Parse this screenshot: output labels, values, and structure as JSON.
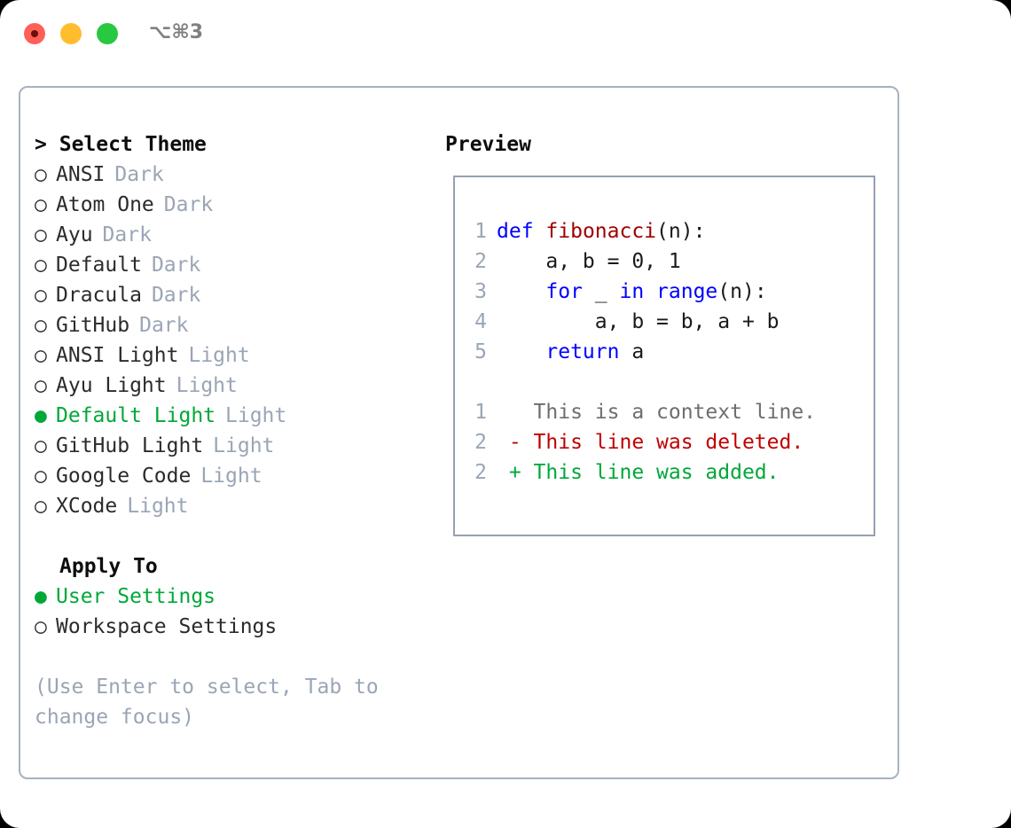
{
  "window": {
    "shortcut": "⌥⌘3",
    "traffic_lights": [
      {
        "name": "close",
        "color": "#ff5f57"
      },
      {
        "name": "minimize",
        "color": "#ffbd2e"
      },
      {
        "name": "maximize",
        "color": "#28c840"
      }
    ]
  },
  "colors": {
    "accent_green": "#00a838",
    "muted": "#9aa5b5",
    "text": "#2b2b2b",
    "keyword_blue": "#0000ff",
    "function_red": "#a00000",
    "diff_deleted": "#c00000",
    "diff_added": "#00a838",
    "border": "#a6b2c0",
    "preview_border": "#94a1b2"
  },
  "theme_list": {
    "header_caret": ">",
    "header_label": "Select Theme",
    "bullet_selected": "●",
    "bullet_unselected": "○",
    "items": [
      {
        "name": "ANSI",
        "tag": "Dark",
        "selected": false
      },
      {
        "name": "Atom One",
        "tag": "Dark",
        "selected": false
      },
      {
        "name": "Ayu",
        "tag": "Dark",
        "selected": false
      },
      {
        "name": "Default",
        "tag": "Dark",
        "selected": false
      },
      {
        "name": "Dracula",
        "tag": "Dark",
        "selected": false
      },
      {
        "name": "GitHub",
        "tag": "Dark",
        "selected": false
      },
      {
        "name": "ANSI Light",
        "tag": "Light",
        "selected": false
      },
      {
        "name": "Ayu Light",
        "tag": "Light",
        "selected": false
      },
      {
        "name": "Default Light",
        "tag": "Light",
        "selected": true
      },
      {
        "name": "GitHub Light",
        "tag": "Light",
        "selected": false
      },
      {
        "name": "Google Code",
        "tag": "Light",
        "selected": false
      },
      {
        "name": "XCode",
        "tag": "Light",
        "selected": false
      }
    ]
  },
  "apply_to": {
    "heading": "Apply To",
    "items": [
      {
        "name": "User Settings",
        "selected": true
      },
      {
        "name": "Workspace Settings",
        "selected": false
      }
    ]
  },
  "hint": "(Use Enter to select, Tab to change focus)",
  "preview": {
    "title": "Preview",
    "code_lines": [
      {
        "num": "1",
        "indent": "",
        "tokens": [
          {
            "t": "def",
            "c": "kw"
          },
          {
            "t": " ",
            "c": "pl"
          },
          {
            "t": "fibonacci",
            "c": "fn"
          },
          {
            "t": "(n):",
            "c": "pl"
          }
        ]
      },
      {
        "num": "2",
        "indent": "    ",
        "tokens": [
          {
            "t": "a, b = 0, 1",
            "c": "pl"
          }
        ]
      },
      {
        "num": "3",
        "indent": "    ",
        "tokens": [
          {
            "t": "for",
            "c": "kw"
          },
          {
            "t": " _ ",
            "c": "pl"
          },
          {
            "t": "in",
            "c": "kw"
          },
          {
            "t": " ",
            "c": "pl"
          },
          {
            "t": "range",
            "c": "kw"
          },
          {
            "t": "(n):",
            "c": "pl"
          }
        ]
      },
      {
        "num": "4",
        "indent": "        ",
        "tokens": [
          {
            "t": "a, b = b, a + b",
            "c": "pl"
          }
        ]
      },
      {
        "num": "5",
        "indent": "    ",
        "tokens": [
          {
            "t": "return",
            "c": "kw"
          },
          {
            "t": " a",
            "c": "pl"
          }
        ]
      }
    ],
    "diff_lines": [
      {
        "num": "1",
        "marker": " ",
        "text": "This is a context line.",
        "kind": "ctx"
      },
      {
        "num": "2",
        "marker": "-",
        "text": "This line was deleted.",
        "kind": "del"
      },
      {
        "num": "2",
        "marker": "+",
        "text": "This line was added.",
        "kind": "add"
      }
    ]
  }
}
